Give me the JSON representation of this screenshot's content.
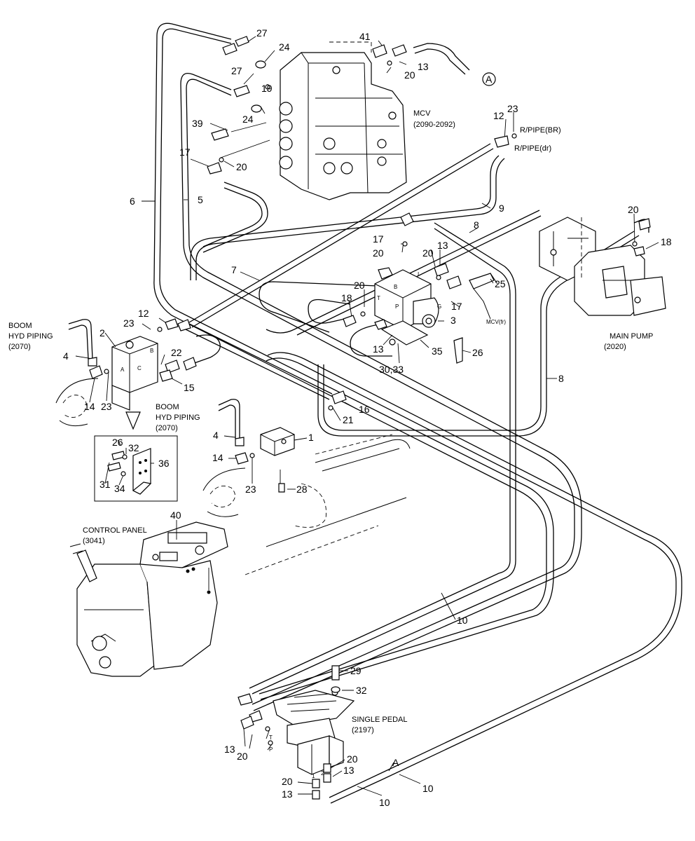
{
  "labels": {
    "mcv_title": "MCV",
    "mcv_ref": "(2090-2092)",
    "rpipe_br": "R/PIPE(BR)",
    "rpipe_dr": "R/PIPE(dr)",
    "main_pump_title": "MAIN PUMP",
    "main_pump_ref": "(2020)",
    "boom_hyd_1_line1": "BOOM",
    "boom_hyd_1_line2": "HYD PIPING",
    "boom_hyd_1_ref": "(2070)",
    "boom_hyd_2_line1": "BOOM",
    "boom_hyd_2_line2": "HYD PIPING",
    "boom_hyd_2_ref": "(2070)",
    "mcv_fr": "MCV(fr)",
    "control_panel_title": "CONTROL PANEL",
    "control_panel_ref": "(3041)",
    "single_pedal_title": "SINGLE PEDAL",
    "single_pedal_ref": "(2197)",
    "circle_a": "A",
    "line_a": "A",
    "port_b": "B",
    "port_t": "T",
    "port_p": "P",
    "port_i": "I",
    "port_g": "G",
    "port_a_small": "A",
    "port_b_small": "B",
    "port_c_small": "C",
    "pedal_t": "T",
    "pedal_p": "P",
    "pedal_1": "1",
    "pedal_2": "2"
  },
  "callouts": {
    "c27a": "27",
    "c24a": "24",
    "c41": "41",
    "c13a": "13",
    "c20a": "20",
    "c27b": "27",
    "c19": "19",
    "c24b": "24",
    "c39": "39",
    "c17a": "17",
    "c20b": "20",
    "c12a": "12",
    "c23a": "23",
    "c6": "6",
    "c5": "5",
    "c9": "9",
    "c8a": "8",
    "c20c": "20",
    "c18a": "18",
    "c17b": "17",
    "c20d": "20",
    "c20e": "20",
    "c13b": "13",
    "c7": "7",
    "c25": "25",
    "c20f": "20",
    "c18b": "18",
    "c17c": "17",
    "c3": "3",
    "c13c": "13",
    "c35": "35",
    "c26a": "26",
    "c3033": "30,33",
    "c12b": "12",
    "c23b": "23",
    "c2": "2",
    "c22": "22",
    "c4a": "4",
    "c15": "15",
    "c14a": "14",
    "c23c": "23",
    "c8b": "8",
    "c16": "16",
    "c21": "21",
    "c1": "1",
    "c4b": "4",
    "c14b": "14",
    "c23d": "23",
    "c28": "28",
    "c26b": "26",
    "c32a": "32",
    "c36": "36",
    "c31": "31",
    "c34": "34",
    "c40": "40",
    "c10a": "10",
    "c29": "29",
    "c32b": "32",
    "c13d": "13",
    "c20g": "20",
    "c20h": "20",
    "c13e": "13",
    "c20i": "20",
    "c13f": "13",
    "c10b": "10",
    "c10c": "10"
  }
}
